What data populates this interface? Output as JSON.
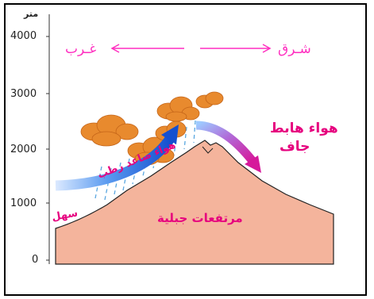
{
  "diagram": {
    "y_axis": {
      "unit": "متر",
      "ticks": [
        "4000",
        "3000",
        "2000",
        "1000",
        "0"
      ]
    },
    "directions": {
      "west": "غـرب",
      "east": "شـرق"
    },
    "labels": {
      "rising_air": "هواء صاعد رطب",
      "descending_air_line1": "هواء هابط",
      "descending_air_line2": "جاف",
      "plain": "سهل",
      "mountain": "مرتفعات جبلية"
    },
    "colors": {
      "mountain": "#f4b49c",
      "cloud": "#e88a2e",
      "rising_arrow": "#1f63d8",
      "descending_arrow": "#d6199b",
      "labels": "#e6007e",
      "rain": "#5aa7e0"
    }
  }
}
